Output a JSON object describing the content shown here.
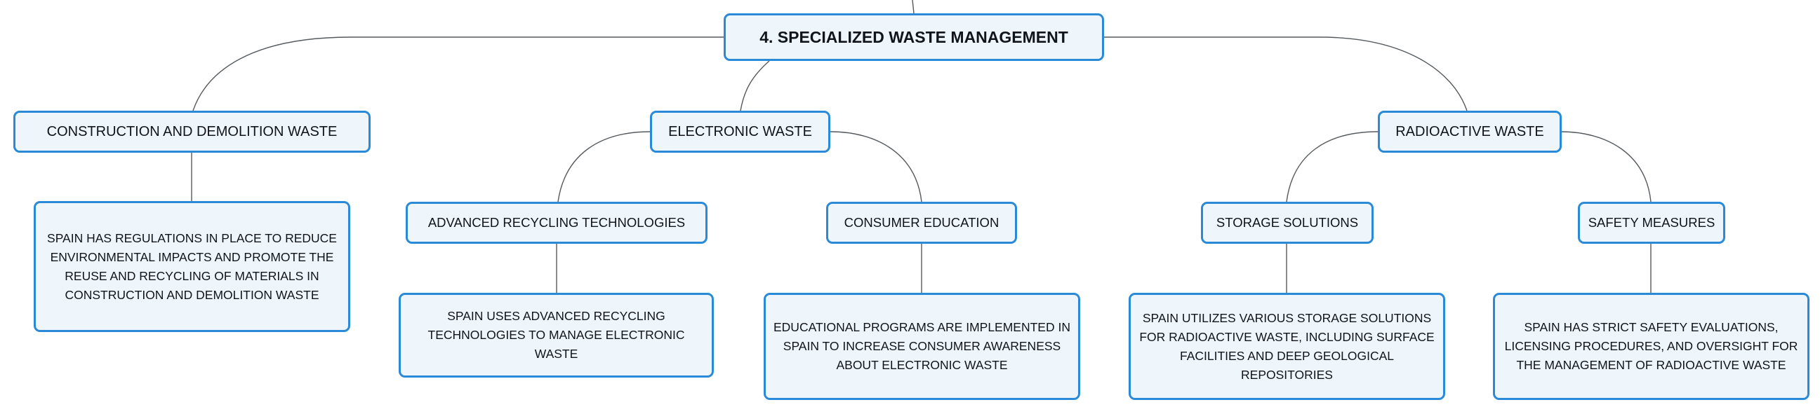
{
  "root": {
    "label": "4. SPECIALIZED WASTE MANAGEMENT"
  },
  "branches": [
    {
      "label": "CONSTRUCTION AND DEMOLITION WASTE",
      "detail": "SPAIN HAS REGULATIONS IN PLACE TO REDUCE ENVIRONMENTAL IMPACTS AND PROMOTE THE REUSE AND RECYCLING OF MATERIALS IN CONSTRUCTION AND DEMOLITION WASTE"
    },
    {
      "label": "ELECTRONIC WASTE",
      "children": [
        {
          "label": "ADVANCED RECYCLING TECHNOLOGIES",
          "detail": "SPAIN USES ADVANCED RECYCLING TECHNOLOGIES TO MANAGE ELECTRONIC WASTE"
        },
        {
          "label": "CONSUMER EDUCATION",
          "detail": "EDUCATIONAL PROGRAMS ARE IMPLEMENTED IN SPAIN TO INCREASE CONSUMER AWARENESS ABOUT ELECTRONIC WASTE"
        }
      ]
    },
    {
      "label": "RADIOACTIVE WASTE",
      "children": [
        {
          "label": "STORAGE SOLUTIONS",
          "detail": "SPAIN UTILIZES VARIOUS STORAGE SOLUTIONS FOR RADIOACTIVE WASTE, INCLUDING SURFACE FACILITIES AND DEEP GEOLOGICAL REPOSITORIES"
        },
        {
          "label": "SAFETY MEASURES",
          "detail": "SPAIN HAS STRICT SAFETY EVALUATIONS, LICENSING PROCEDURES, AND OVERSIGHT FOR THE MANAGEMENT OF RADIOACTIVE WASTE"
        }
      ]
    }
  ],
  "colors": {
    "node_border": "#2a8ad8",
    "node_fill": "#eef6fc",
    "connector": "#555a5e",
    "text": "#111418"
  }
}
